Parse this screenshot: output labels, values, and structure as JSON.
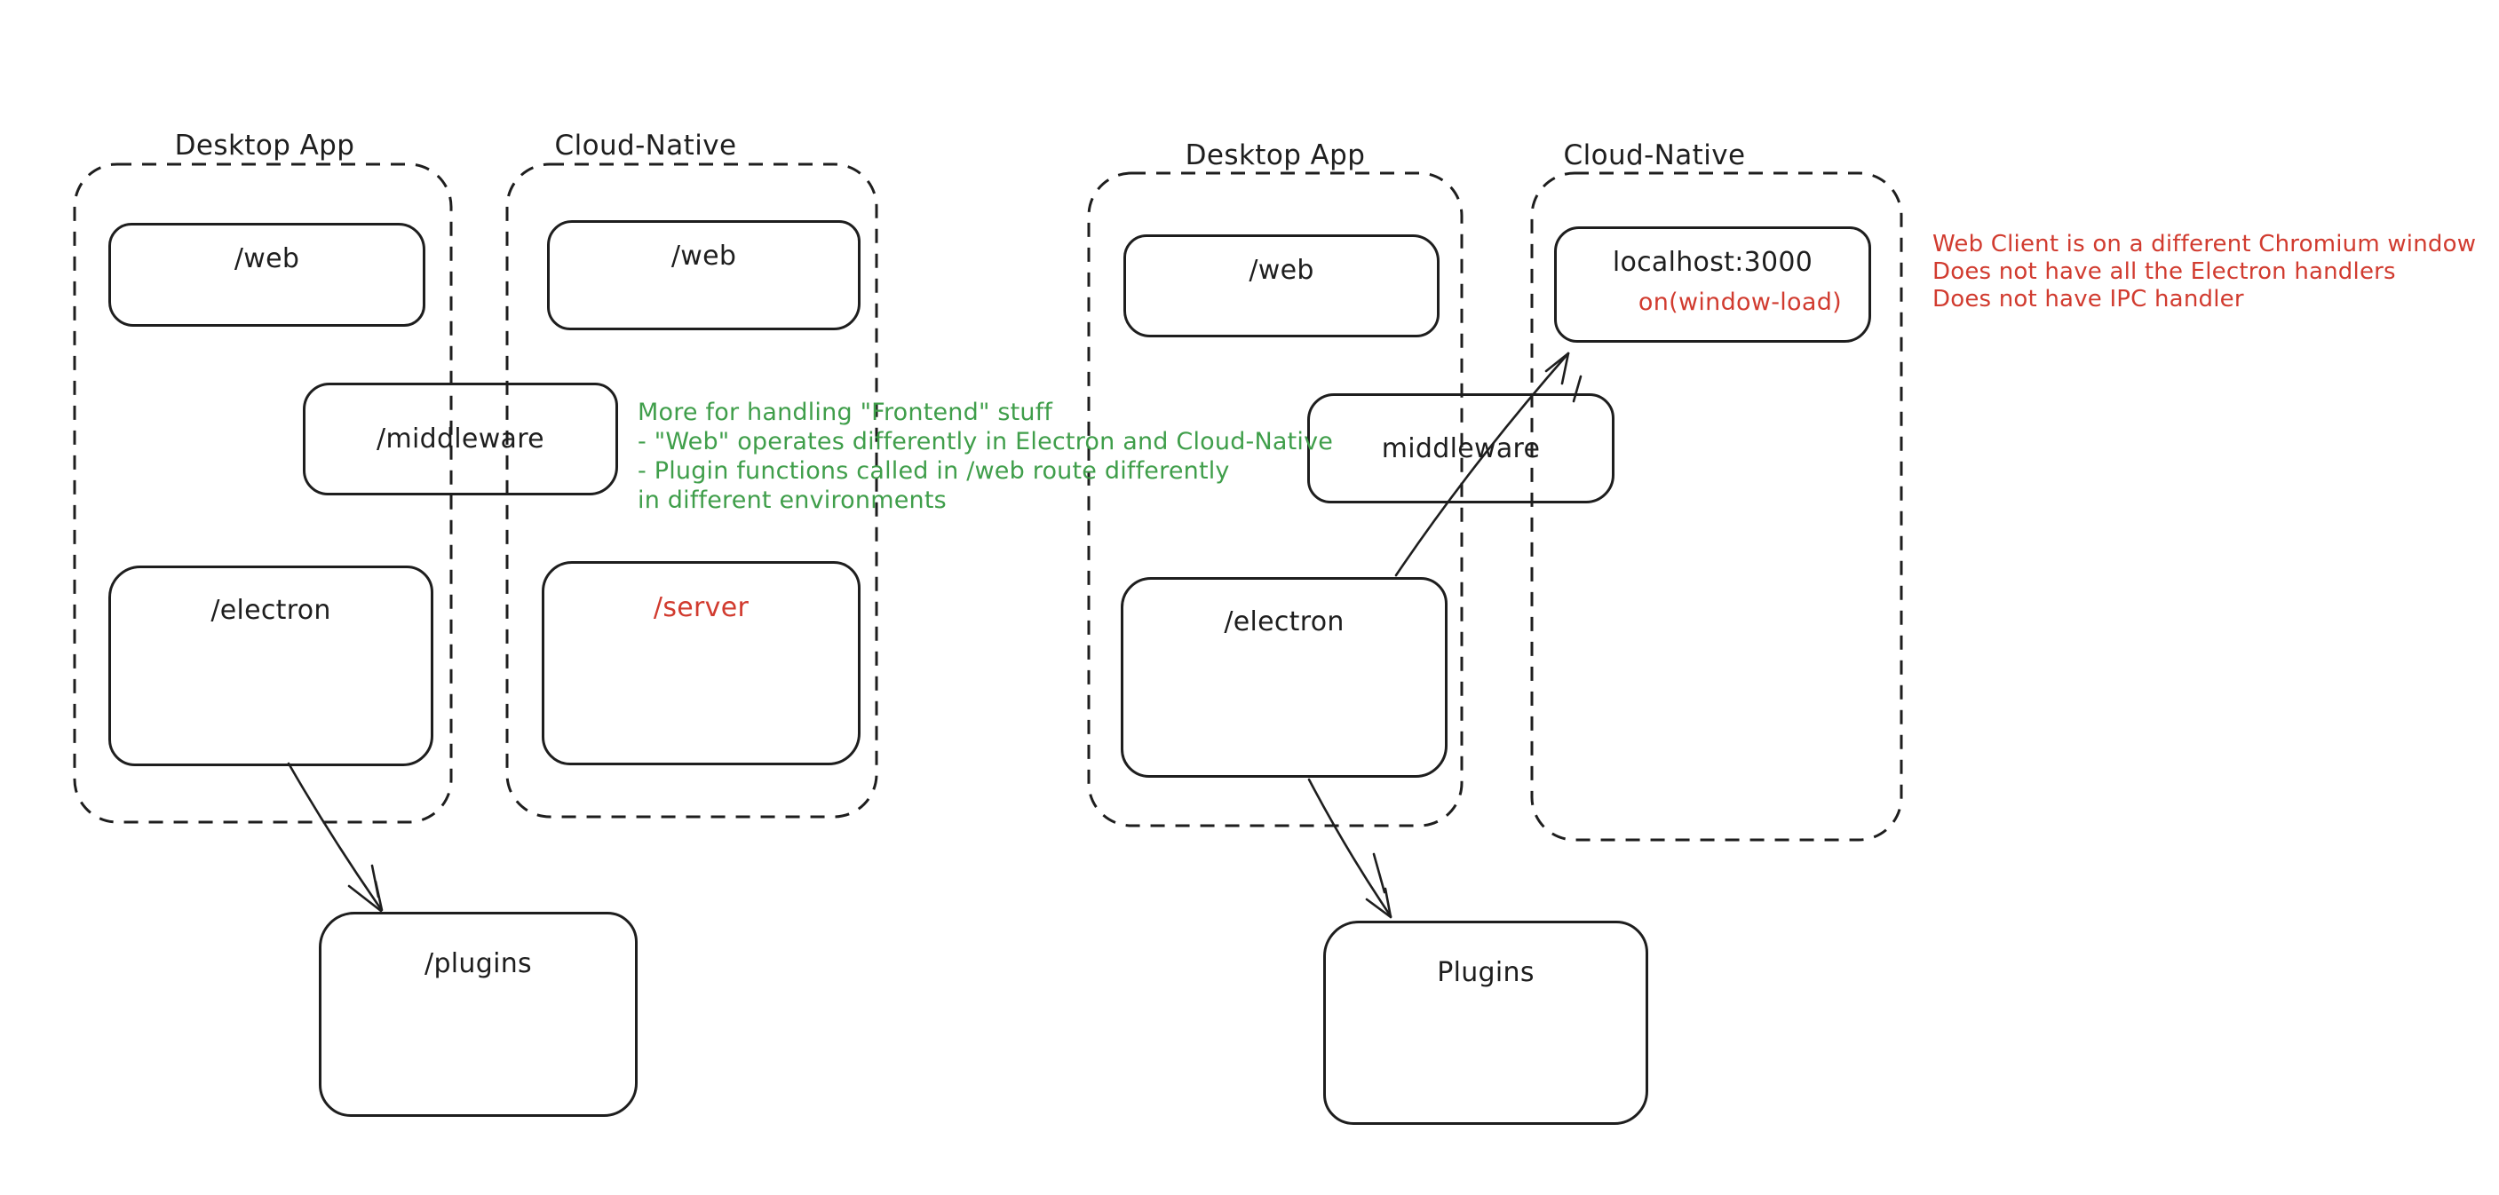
{
  "palette": {
    "ink": "#1e1e1e",
    "red": "#d13b2f",
    "green": "#3f9e4a",
    "background": "#ffffff"
  },
  "left": {
    "desktop_title": "Desktop App",
    "cloud_title": "Cloud-Native",
    "web_desktop": "/web",
    "web_cloud": "/web",
    "middleware": "/middleware",
    "electron": "/electron",
    "server": "/server",
    "plugins": "/plugins",
    "note": "More for handling \"Frontend\" stuff\n- \"Web\" operates differently in Electron and Cloud-Native\n- Plugin functions called in /web route differently\nin different environments"
  },
  "right": {
    "desktop_title": "Desktop App",
    "cloud_title": "Cloud-Native",
    "web": "/web",
    "localhost_title": "localhost:3000",
    "localhost_event": "on(window-load)",
    "middleware": "middleware",
    "electron": "/electron",
    "plugins": "Plugins",
    "note": "Web Client is on a different Chromium window\nDoes not have all the Electron handlers\nDoes not have IPC handler"
  }
}
